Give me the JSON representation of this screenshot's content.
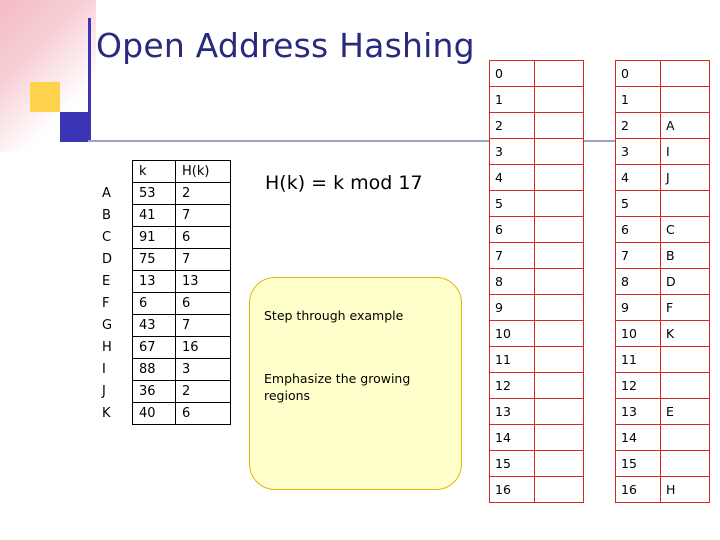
{
  "slide": {
    "title": "Open Address Hashing",
    "formula": "H(k) = k mod 17",
    "notes": {
      "line1": "Step through example",
      "line2": "Emphasize the growing regions"
    }
  },
  "key_table": {
    "headers": [
      "",
      "k",
      "H(k)"
    ],
    "rows": [
      {
        "label": "A",
        "k": "53",
        "h": "2"
      },
      {
        "label": "B",
        "k": "41",
        "h": "7"
      },
      {
        "label": "C",
        "k": "91",
        "h": "6"
      },
      {
        "label": "D",
        "k": "75",
        "h": "7"
      },
      {
        "label": "E",
        "k": "13",
        "h": "13"
      },
      {
        "label": "F",
        "k": "6",
        "h": "6"
      },
      {
        "label": "G",
        "k": "43",
        "h": "7"
      },
      {
        "label": "H",
        "k": "67",
        "h": "16"
      },
      {
        "label": "I",
        "k": "88",
        "h": "3"
      },
      {
        "label": "J",
        "k": "36",
        "h": "2"
      },
      {
        "label": "K",
        "k": "40",
        "h": "6"
      }
    ]
  },
  "hash_table_left": {
    "rows": [
      {
        "index": "0",
        "value": ""
      },
      {
        "index": "1",
        "value": ""
      },
      {
        "index": "2",
        "value": ""
      },
      {
        "index": "3",
        "value": ""
      },
      {
        "index": "4",
        "value": ""
      },
      {
        "index": "5",
        "value": ""
      },
      {
        "index": "6",
        "value": ""
      },
      {
        "index": "7",
        "value": ""
      },
      {
        "index": "8",
        "value": ""
      },
      {
        "index": "9",
        "value": ""
      },
      {
        "index": "10",
        "value": ""
      },
      {
        "index": "11",
        "value": ""
      },
      {
        "index": "12",
        "value": ""
      },
      {
        "index": "13",
        "value": ""
      },
      {
        "index": "14",
        "value": ""
      },
      {
        "index": "15",
        "value": ""
      },
      {
        "index": "16",
        "value": ""
      }
    ]
  },
  "hash_table_right": {
    "rows": [
      {
        "index": "0",
        "value": ""
      },
      {
        "index": "1",
        "value": ""
      },
      {
        "index": "2",
        "value": "A"
      },
      {
        "index": "3",
        "value": "I"
      },
      {
        "index": "4",
        "value": "J"
      },
      {
        "index": "5",
        "value": ""
      },
      {
        "index": "6",
        "value": "C"
      },
      {
        "index": "7",
        "value": "B"
      },
      {
        "index": "8",
        "value": "D"
      },
      {
        "index": "9",
        "value": "F"
      },
      {
        "index": "10",
        "value": "K"
      },
      {
        "index": "11",
        "value": ""
      },
      {
        "index": "12",
        "value": ""
      },
      {
        "index": "13",
        "value": "E"
      },
      {
        "index": "14",
        "value": ""
      },
      {
        "index": "15",
        "value": ""
      },
      {
        "index": "16",
        "value": "H"
      }
    ]
  },
  "colors": {
    "title": "#292a7d",
    "hash_border": "#d42a1f",
    "note_bg": "#ffffcc",
    "note_border": "#e2b800",
    "accent_yellow": "#ffd24d",
    "accent_blue": "#3b35b5"
  }
}
